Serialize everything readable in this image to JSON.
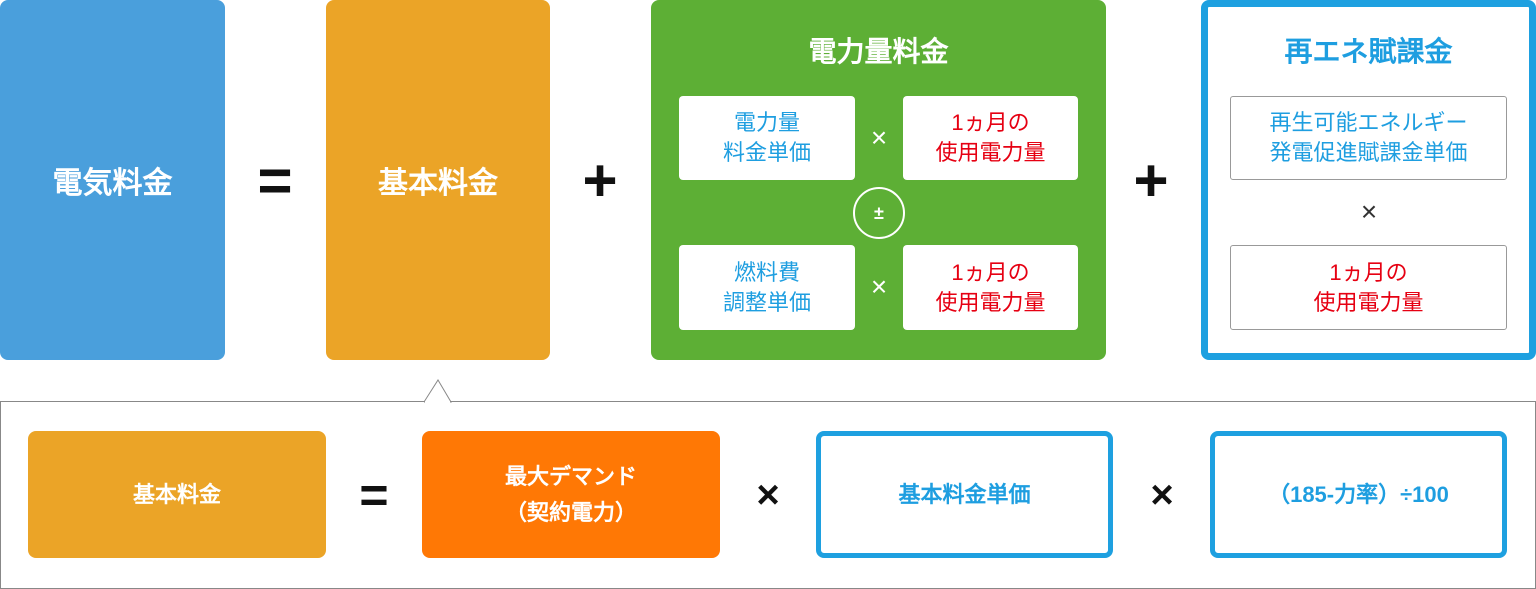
{
  "top": {
    "electricity_fee": "電気料金",
    "equals": "=",
    "basic_fee": "基本料金",
    "plus1": "+",
    "plus2": "+",
    "energy_charge": {
      "title": "電力量料金",
      "unit_price": "電力量\n料金単価",
      "times": "×",
      "monthly_usage": "1ヵ月の\n使用電力量",
      "plusminus": "±",
      "fuel_adjust": "燃料費\n調整単価",
      "times2": "×",
      "monthly_usage2": "1ヵ月の\n使用電力量"
    },
    "renewable": {
      "title": "再エネ賦課金",
      "unit_price": "再生可能エネルギー\n発電促進賦課金単価",
      "times": "×",
      "monthly_usage": "1ヵ月の\n使用電力量"
    }
  },
  "bottom": {
    "basic_fee": "基本料金",
    "equals": "=",
    "max_demand": "最大デマンド\n（契約電力）",
    "times1": "×",
    "basic_unit_price": "基本料金単価",
    "times2": "×",
    "power_factor": "（185-力率）÷100"
  },
  "colors": {
    "blue": "#4a9fdc",
    "gold": "#eba427",
    "green": "#5daf35",
    "cyan": "#1ea0e0",
    "orange": "#ff7805",
    "red": "#e60012"
  }
}
